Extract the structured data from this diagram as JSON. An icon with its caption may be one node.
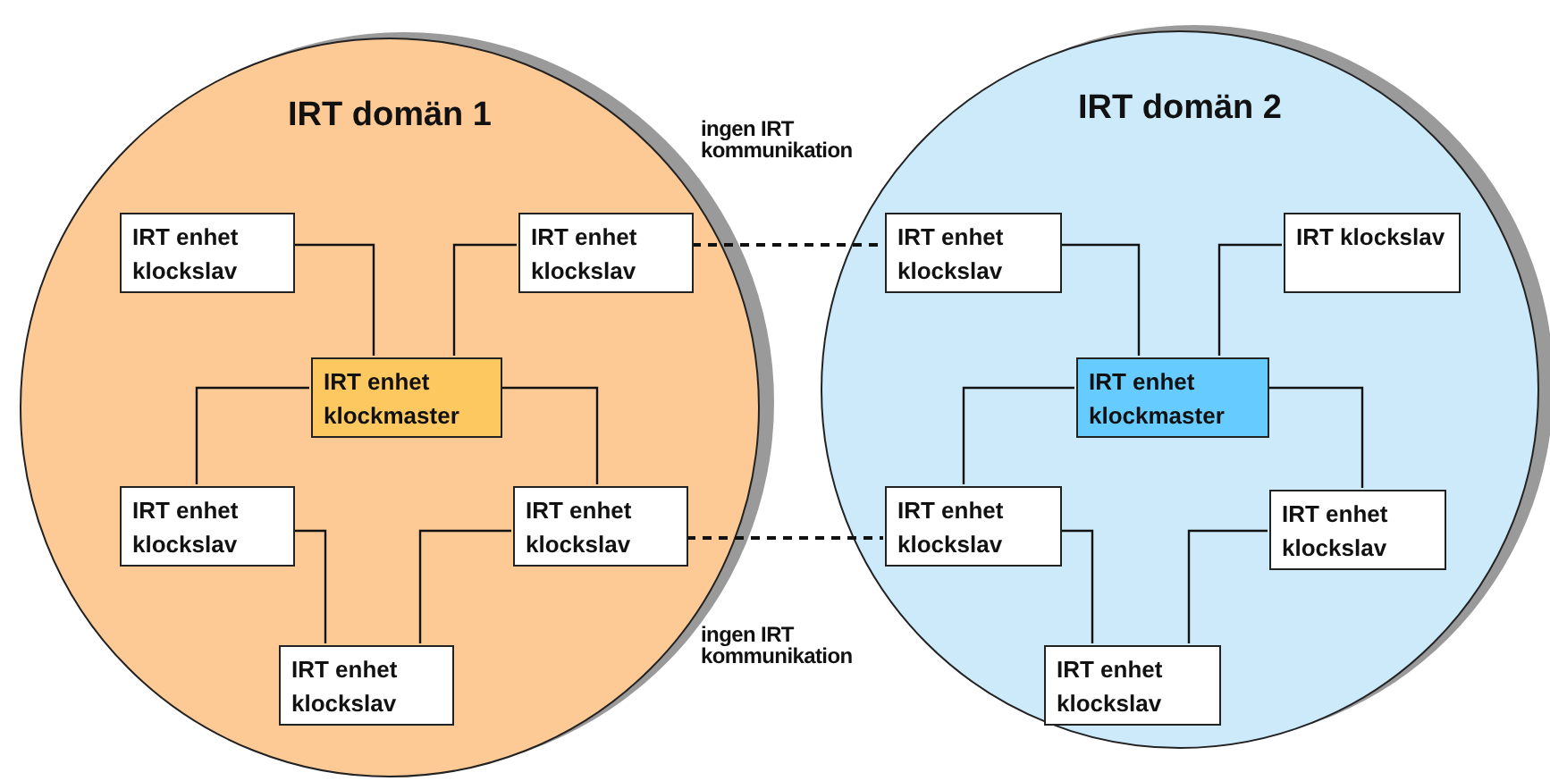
{
  "diagram": {
    "nodes": [
      {
        "text": [
          "IRT domän 1"
        ]
      },
      {
        "text": [
          "IRT enhet klockslav"
        ],
        "in": 0
      },
      {
        "text": [
          "IRT enhet klockslav"
        ],
        "in": 0
      },
      {
        "text": [
          "IRT enhet klockmaster"
        ],
        "in": 0
      },
      {
        "text": [
          "IRT enhet klockslav"
        ],
        "in": 0
      },
      {
        "text": [
          "IRT enhet klockslav"
        ],
        "in": 0
      },
      {
        "text": [
          "IRT enhet klockslav"
        ],
        "in": 0
      },
      {
        "text": [
          "IRT domän 2"
        ]
      },
      {
        "text": [
          "IRT enhet klockslav"
        ],
        "in": 7
      },
      {
        "text": [
          "IRT klockslav"
        ],
        "in": 7
      },
      {
        "text": [
          "IRT enhet klockmaster"
        ],
        "in": 7
      },
      {
        "text": [
          "IRT enhet klockslav"
        ],
        "in": 7
      },
      {
        "text": [
          "IRT enhet klockslav"
        ],
        "in": 7
      },
      {
        "text": [
          "IRT enhet klockslav"
        ],
        "in": 7
      }
    ],
    "edges": [
      {
        "from": 1,
        "to": 3,
        "arrow": "none"
      },
      {
        "from": 2,
        "to": 3,
        "arrow": "none"
      },
      {
        "from": 3,
        "to": 4,
        "arrow": "none"
      },
      {
        "from": 3,
        "to": 5,
        "arrow": "none"
      },
      {
        "from": 4,
        "to": 6,
        "arrow": "none"
      },
      {
        "from": 5,
        "to": 6,
        "arrow": "none"
      },
      {
        "from": 8,
        "to": 10,
        "arrow": "none"
      },
      {
        "from": 9,
        "to": 10,
        "arrow": "none"
      },
      {
        "from": 10,
        "to": 11,
        "arrow": "none"
      },
      {
        "from": 10,
        "to": 12,
        "arrow": "none"
      },
      {
        "from": 11,
        "to": 13,
        "arrow": "none"
      },
      {
        "from": 12,
        "to": 13,
        "arrow": "none"
      },
      {
        "from": 2,
        "to": 8,
        "arrow": "none",
        "style": "dashed"
      },
      {
        "from": 5,
        "to": 11,
        "arrow": "none",
        "style": "dashed"
      }
    ],
    "labels": [
      "ingen IRT kommunikation",
      "ingen IRT kommunikation"
    ]
  }
}
